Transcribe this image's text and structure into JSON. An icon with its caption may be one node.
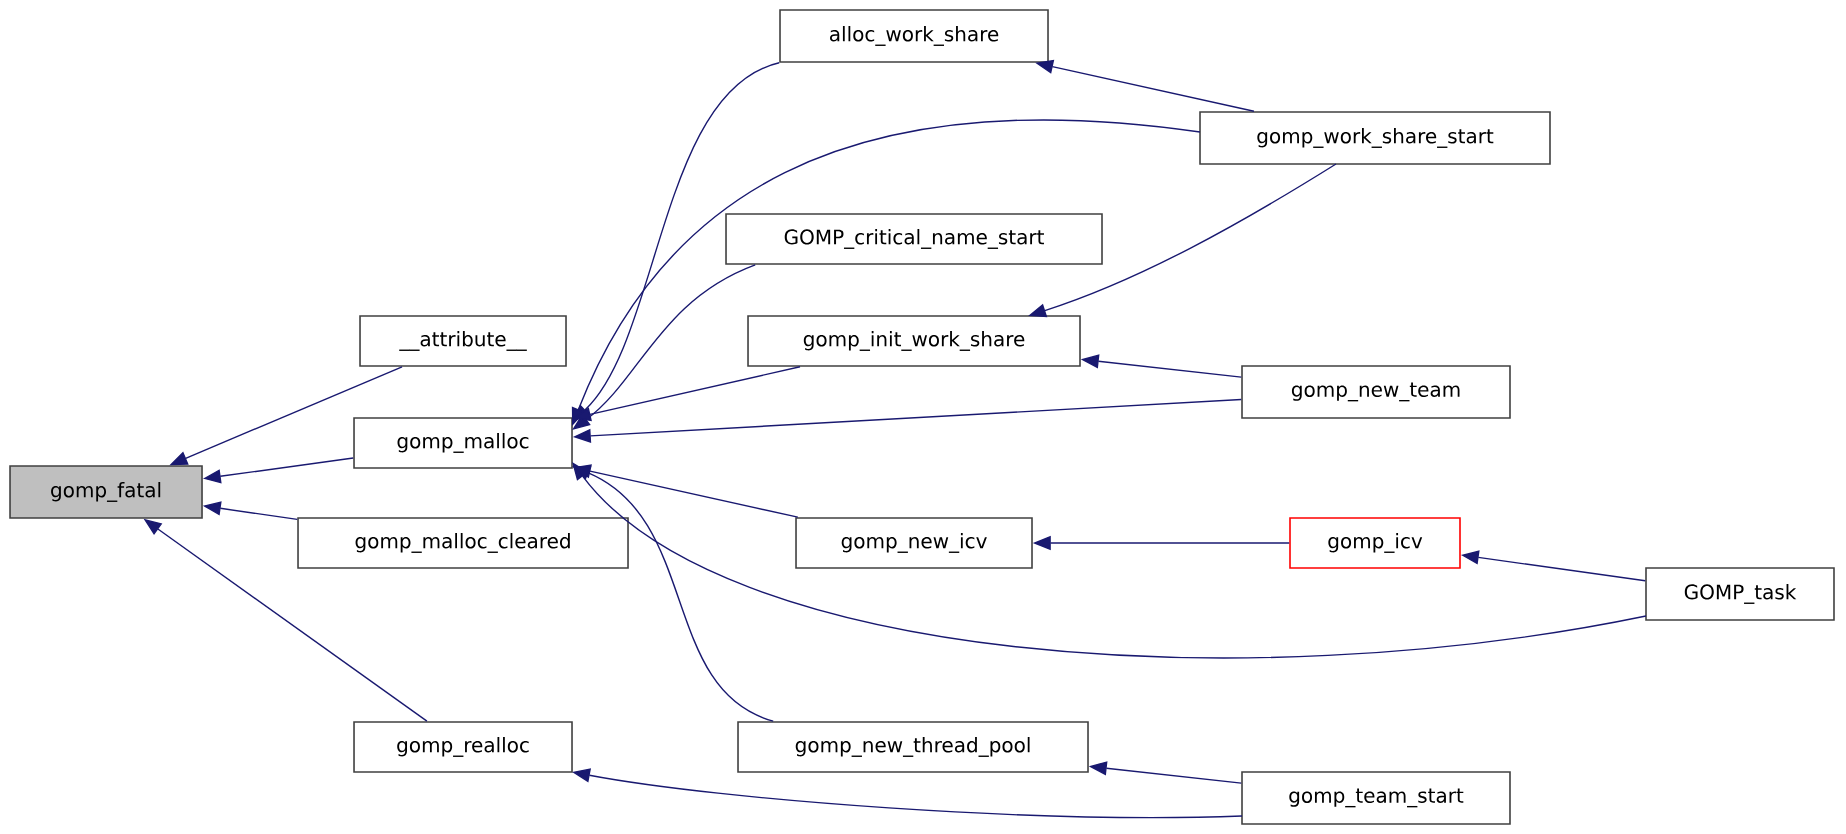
{
  "diagram": {
    "nodes": [
      {
        "text": [
          "gomp_fatal"
        ]
      },
      {
        "text": [
          "__attribute__"
        ]
      },
      {
        "text": [
          "gomp_malloc"
        ]
      },
      {
        "text": [
          "gomp_malloc_cleared"
        ]
      },
      {
        "text": [
          "gomp_realloc"
        ]
      },
      {
        "text": [
          "alloc_work_share"
        ]
      },
      {
        "text": [
          "gomp_work_share_start"
        ]
      },
      {
        "text": [
          "GOMP_critical_name_start"
        ]
      },
      {
        "text": [
          "gomp_init_work_share"
        ]
      },
      {
        "text": [
          "gomp_new_team"
        ]
      },
      {
        "text": [
          "gomp_new_icv"
        ]
      },
      {
        "text": [
          "gomp_icv"
        ]
      },
      {
        "text": [
          "GOMP_task"
        ]
      },
      {
        "text": [
          "gomp_new_thread_pool"
        ]
      },
      {
        "text": [
          "gomp_team_start"
        ]
      }
    ],
    "edges": [
      {
        "from": 1,
        "to": 0,
        "arrow": "to"
      },
      {
        "from": 2,
        "to": 0,
        "arrow": "to"
      },
      {
        "from": 3,
        "to": 0,
        "arrow": "to"
      },
      {
        "from": 4,
        "to": 0,
        "arrow": "to"
      },
      {
        "from": 5,
        "to": 2,
        "arrow": "to"
      },
      {
        "from": 6,
        "to": 2,
        "arrow": "to"
      },
      {
        "from": 7,
        "to": 2,
        "arrow": "to"
      },
      {
        "from": 8,
        "to": 2,
        "arrow": "to"
      },
      {
        "from": 9,
        "to": 2,
        "arrow": "to"
      },
      {
        "from": 10,
        "to": 2,
        "arrow": "to"
      },
      {
        "from": 12,
        "to": 2,
        "arrow": "to"
      },
      {
        "from": 13,
        "to": 2,
        "arrow": "to"
      },
      {
        "from": 6,
        "to": 5,
        "arrow": "to"
      },
      {
        "from": 6,
        "to": 8,
        "arrow": "to"
      },
      {
        "from": 9,
        "to": 8,
        "arrow": "to"
      },
      {
        "from": 11,
        "to": 10,
        "arrow": "to"
      },
      {
        "from": 12,
        "to": 11,
        "arrow": "to"
      },
      {
        "from": 14,
        "to": 13,
        "arrow": "to"
      },
      {
        "from": 14,
        "to": 4,
        "arrow": "to"
      }
    ]
  }
}
